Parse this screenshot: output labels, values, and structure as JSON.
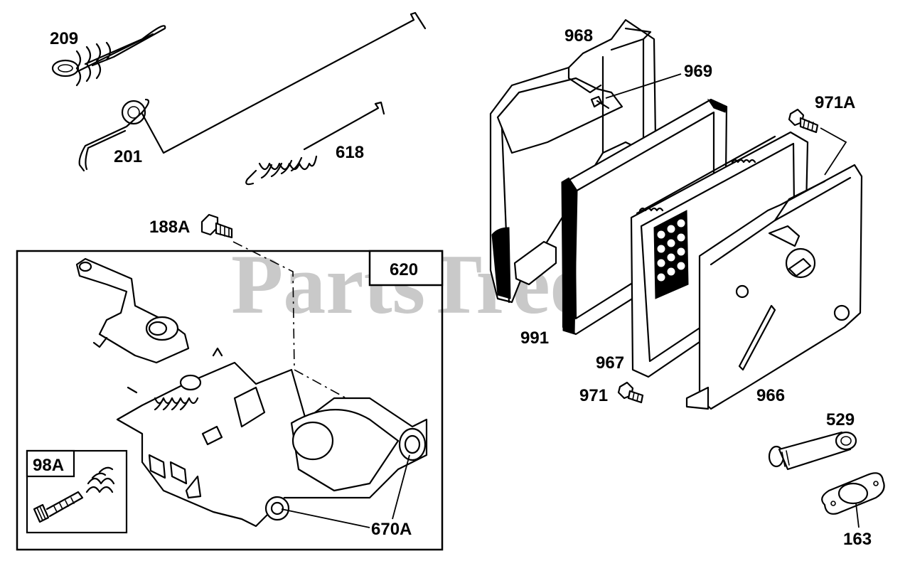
{
  "watermark": "PartsTree",
  "labels": {
    "p209": "209",
    "p201": "201",
    "p618": "618",
    "p188A": "188A",
    "p620": "620",
    "p98A": "98A",
    "p670A": "670A",
    "p968": "968",
    "p969": "969",
    "p971A": "971A",
    "p991": "991",
    "p967": "967",
    "p971": "971",
    "p966": "966",
    "p529": "529",
    "p163": "163"
  }
}
